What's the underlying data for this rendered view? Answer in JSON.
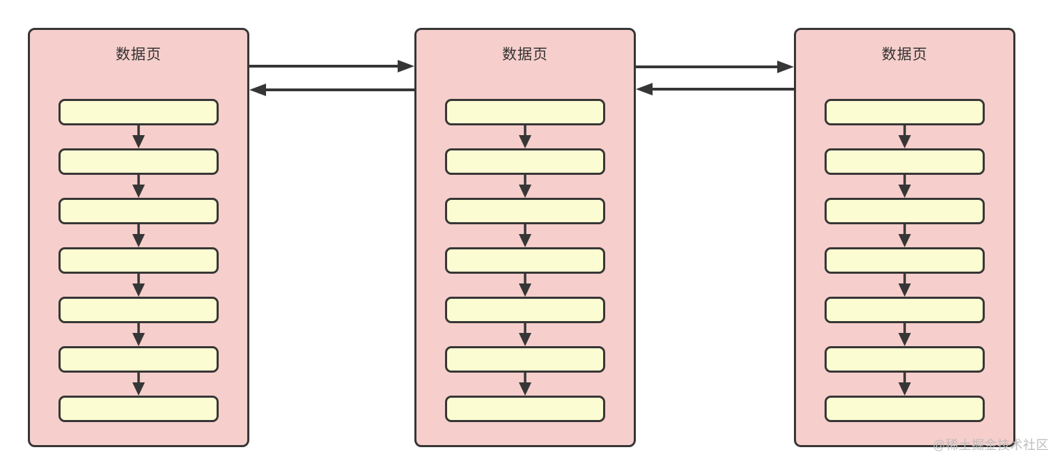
{
  "diagram": {
    "pages": [
      {
        "title": "数据页",
        "record_count": 7
      },
      {
        "title": "数据页",
        "record_count": 7
      },
      {
        "title": "数据页",
        "record_count": 7
      }
    ],
    "links": [
      {
        "from": "page-1",
        "to": "page-2",
        "direction": "right"
      },
      {
        "from": "page-2",
        "to": "page-1",
        "direction": "left"
      },
      {
        "from": "page-2",
        "to": "page-3",
        "direction": "right"
      },
      {
        "from": "page-3",
        "to": "page-2",
        "direction": "left"
      }
    ]
  },
  "watermark": "@稀土掘金技术社区",
  "colors": {
    "page_fill": "#F6CECB",
    "record_fill": "#FCFCD2",
    "stroke": "#363636",
    "canvas": "#FFFFFF",
    "watermark_text": "#BDBDBD"
  }
}
